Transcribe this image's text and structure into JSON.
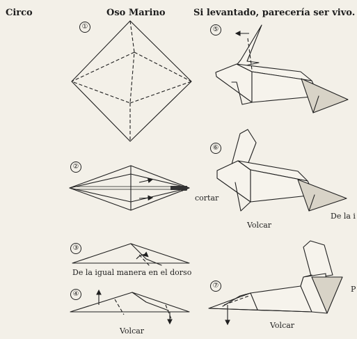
{
  "header": {
    "section": "Circo",
    "title": "Oso Marino",
    "subtitle": "Si levantado, parecería ser vivo."
  },
  "steps": [
    {
      "number": "①"
    },
    {
      "number": "②",
      "note": "cortar"
    },
    {
      "number": "③",
      "caption": "De la igual manera en el dorso"
    },
    {
      "number": "④",
      "caption": "Volcar"
    },
    {
      "number": "⑤"
    },
    {
      "number": "⑥",
      "caption": "Volcar",
      "side_note": "De la i"
    },
    {
      "number": "⑦",
      "caption": "Volcar",
      "side_note": "P"
    }
  ],
  "arrow_glyph": "←"
}
